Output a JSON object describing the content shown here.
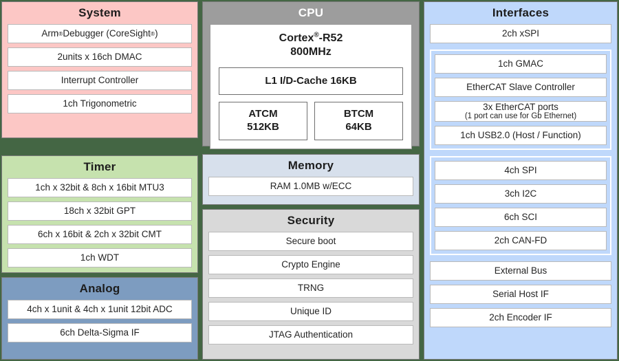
{
  "theme": {
    "frame": "#446644",
    "system_bg": "#fcc7c5",
    "timer_bg": "#c6e2ae",
    "analog_bg": "#7d9cc0",
    "cpu_bg": "#9d9d9d",
    "memory_bg": "#d7e0ec",
    "security_bg": "#d9d9d9",
    "interfaces_bg": "#bfd8fb",
    "chip_bg": "#ffffff",
    "text": "#242424"
  },
  "system": {
    "title": "System",
    "items": [
      "Arm® Debugger (CoreSight®)",
      "2units x 16ch DMAC",
      "Interrupt Controller",
      "1ch Trigonometric"
    ]
  },
  "timer": {
    "title": "Timer",
    "items": [
      "1ch x 32bit & 8ch x 16bit MTU3",
      "18ch x 32bit GPT",
      "6ch x 16bit & 2ch x 32bit CMT",
      "1ch WDT"
    ]
  },
  "analog": {
    "title": "Analog",
    "items": [
      "4ch x 1unit & 4ch x 1unit 12bit ADC",
      "6ch Delta-Sigma IF"
    ]
  },
  "cpu": {
    "title": "CPU",
    "core_name": "Cortex®-R52",
    "core_clock": "800MHz",
    "cache": "L1 I/D-Cache 16KB",
    "tcm": [
      {
        "name": "ATCM",
        "size": "512KB"
      },
      {
        "name": "BTCM",
        "size": "64KB"
      }
    ]
  },
  "memory": {
    "title": "Memory",
    "items": [
      "RAM 1.0MB w/ECC"
    ]
  },
  "security": {
    "title": "Security",
    "items": [
      "Secure boot",
      "Crypto Engine",
      "TRNG",
      "Unique ID",
      "JTAG Authentication"
    ]
  },
  "interfaces": {
    "title": "Interfaces",
    "standalone_top": [
      "2ch xSPI"
    ],
    "group_network": [
      "1ch GMAC",
      "EtherCAT Slave Controller",
      "1ch USB2.0 (Host / Function)"
    ],
    "ethercat_ports": {
      "main": "3x EtherCAT ports",
      "sub": "(1 port can use for Gb Ethernet)"
    },
    "group_serial": [
      "4ch SPI",
      "3ch I2C",
      "6ch SCI",
      "2ch CAN-FD"
    ],
    "group_bus": [
      "External Bus",
      "Serial Host IF",
      "2ch Encoder IF"
    ]
  }
}
